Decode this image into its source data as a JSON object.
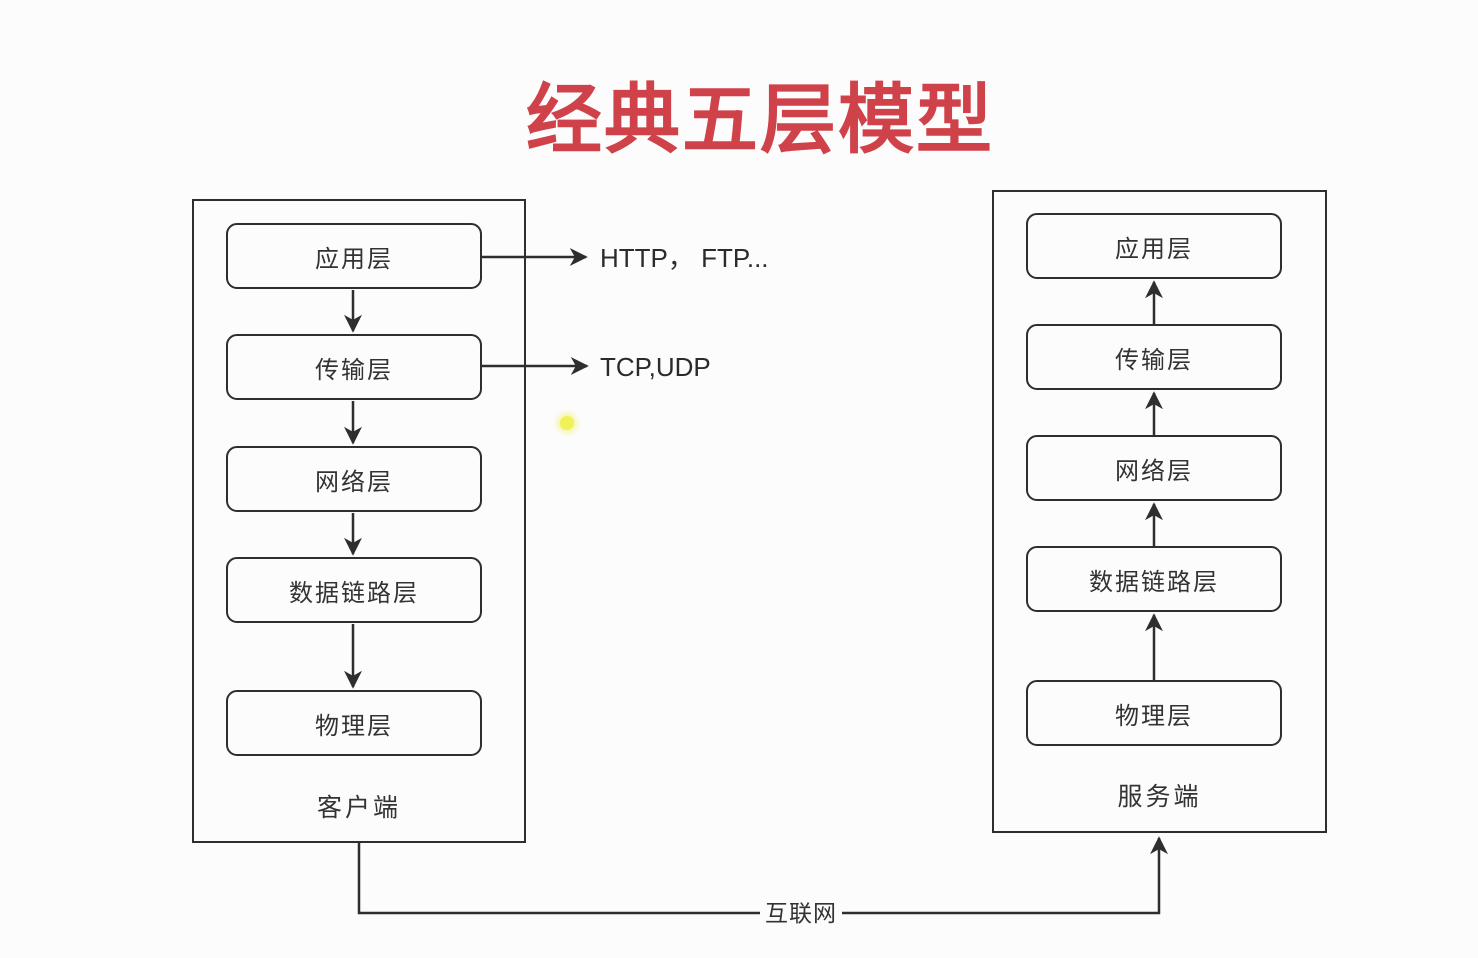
{
  "title": "经典五层模型",
  "client": {
    "label": "客户端",
    "layers": [
      "应用层",
      "传输层",
      "网络层",
      "数据链路层",
      "物理层"
    ]
  },
  "server": {
    "label": "服务端",
    "layers": [
      "应用层",
      "传输层",
      "网络层",
      "数据链路层",
      "物理层"
    ]
  },
  "annotations": {
    "app_protocols": "HTTP， FTP...",
    "transport_protocols": "TCP,UDP",
    "internet": "互联网"
  },
  "colors": {
    "title_red": "#d0424a",
    "line": "#2e2e2e",
    "text": "#333333",
    "background": "#fcfcfc",
    "pointer_yellow": "#f0f158"
  }
}
